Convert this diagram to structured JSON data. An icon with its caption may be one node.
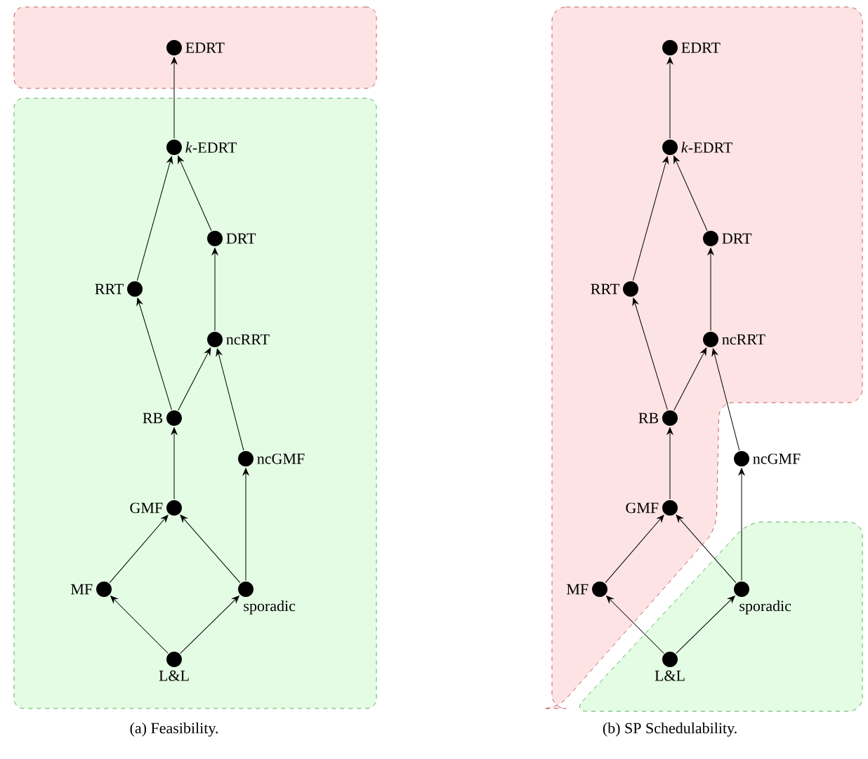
{
  "diagram": {
    "nodes": [
      {
        "text": [],
        "shape": "box"
      },
      {
        "text": [],
        "shape": "box"
      },
      {
        "text": [],
        "shape": "circle",
        "beside": [
          "EDRT"
        ],
        "in": 0
      },
      {
        "text": [],
        "shape": "circle",
        "beside": [
          "*k*-EDRT"
        ],
        "in": 1
      },
      {
        "text": [],
        "shape": "circle",
        "beside": [
          "DRT"
        ],
        "in": 1
      },
      {
        "text": [],
        "shape": "circle",
        "beside": [
          "RRT"
        ],
        "in": 1
      },
      {
        "text": [],
        "shape": "circle",
        "beside": [
          "ncRRT"
        ],
        "in": 1
      },
      {
        "text": [],
        "shape": "circle",
        "beside": [
          "RB"
        ],
        "in": 1
      },
      {
        "text": [],
        "shape": "circle",
        "beside": [
          "ncGMF"
        ],
        "in": 1
      },
      {
        "text": [],
        "shape": "circle",
        "beside": [
          "GMF"
        ],
        "in": 1
      },
      {
        "text": [],
        "shape": "circle",
        "beside": [
          "MF"
        ],
        "in": 1
      },
      {
        "text": [],
        "shape": "circle",
        "beside": [
          "sporadic"
        ],
        "in": 1
      },
      {
        "text": [],
        "shape": "circle",
        "beside": [
          "L&L"
        ],
        "in": 1
      },
      {
        "text": [],
        "shape": "polygon"
      },
      {
        "text": [],
        "shape": "circle",
        "beside": [
          "EDRT"
        ],
        "in": 13
      },
      {
        "text": [],
        "shape": "circle",
        "beside": [
          "*k*-EDRT"
        ],
        "in": 13
      },
      {
        "text": [],
        "shape": "circle",
        "beside": [
          "DRT"
        ],
        "in": 13
      },
      {
        "text": [],
        "shape": "circle",
        "beside": [
          "RRT"
        ],
        "in": 13
      },
      {
        "text": [],
        "shape": "circle",
        "beside": [
          "ncRRT"
        ],
        "in": 13
      },
      {
        "text": [],
        "shape": "circle",
        "beside": [
          "RB"
        ],
        "in": 13
      },
      {
        "text": [],
        "shape": "circle",
        "beside": [
          "ncGMF"
        ]
      },
      {
        "text": [],
        "shape": "circle",
        "beside": [
          "GMF"
        ],
        "in": 13
      },
      {
        "text": [],
        "shape": "circle",
        "beside": [
          "MF"
        ],
        "in": 13
      },
      {
        "text": [],
        "shape": "polygon"
      },
      {
        "text": [],
        "shape": "circle",
        "beside": [
          "sporadic"
        ],
        "in": 23
      },
      {
        "text": [],
        "shape": "circle",
        "beside": [
          "L&L"
        ],
        "in": 23
      }
    ],
    "edges": [
      {
        "from": 3,
        "to": 2,
        "arrow": "to"
      },
      {
        "from": 5,
        "to": 3,
        "arrow": "to"
      },
      {
        "from": 4,
        "to": 3,
        "arrow": "to"
      },
      {
        "from": 7,
        "to": 5,
        "arrow": "to"
      },
      {
        "from": 6,
        "to": 4,
        "arrow": "to"
      },
      {
        "from": 7,
        "to": 6,
        "arrow": "to"
      },
      {
        "from": 8,
        "to": 6,
        "arrow": "to"
      },
      {
        "from": 9,
        "to": 7,
        "arrow": "to"
      },
      {
        "from": 11,
        "to": 8,
        "arrow": "to"
      },
      {
        "from": 10,
        "to": 9,
        "arrow": "to"
      },
      {
        "from": 11,
        "to": 9,
        "arrow": "to"
      },
      {
        "from": 12,
        "to": 10,
        "arrow": "to"
      },
      {
        "from": 12,
        "to": 11,
        "arrow": "to"
      },
      {
        "from": 15,
        "to": 14,
        "arrow": "to"
      },
      {
        "from": 17,
        "to": 15,
        "arrow": "to"
      },
      {
        "from": 16,
        "to": 15,
        "arrow": "to"
      },
      {
        "from": 19,
        "to": 17,
        "arrow": "to"
      },
      {
        "from": 18,
        "to": 16,
        "arrow": "to"
      },
      {
        "from": 19,
        "to": 18,
        "arrow": "to"
      },
      {
        "from": 20,
        "to": 18,
        "arrow": "to"
      },
      {
        "from": 21,
        "to": 19,
        "arrow": "to"
      },
      {
        "from": 24,
        "to": 20,
        "arrow": "to"
      },
      {
        "from": 22,
        "to": 21,
        "arrow": "to"
      },
      {
        "from": 24,
        "to": 21,
        "arrow": "to"
      },
      {
        "from": 25,
        "to": 22,
        "arrow": "to"
      },
      {
        "from": 25,
        "to": 24,
        "arrow": "to"
      }
    ],
    "labels": [
      "(a) Feasibility.",
      "(b) SP Schedulability."
    ]
  }
}
